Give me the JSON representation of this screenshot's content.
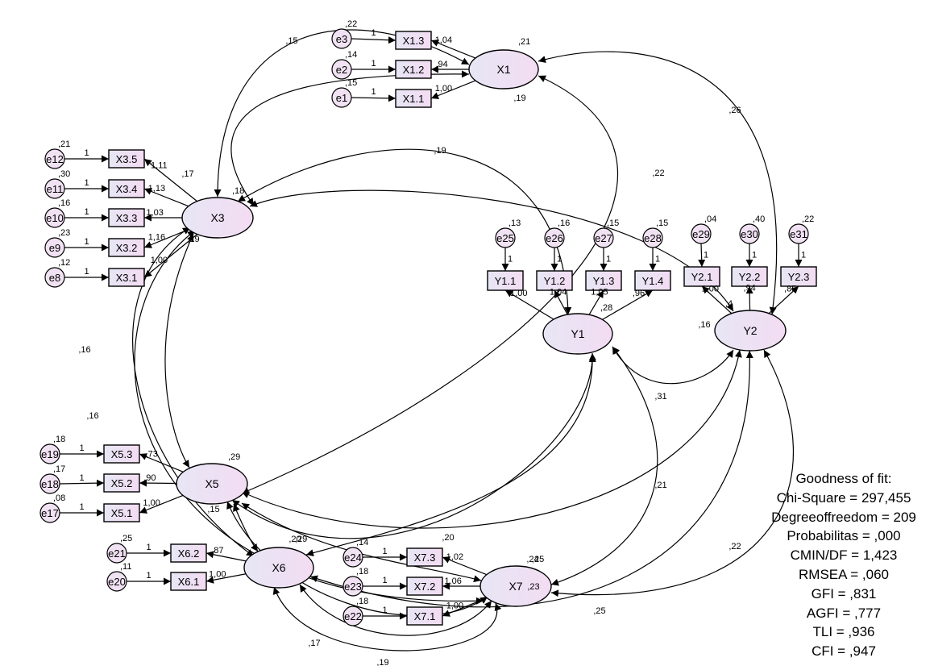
{
  "colors": {
    "node_fill_start": "#e7e6f4",
    "node_fill_end": "#f3dcf3",
    "error_fill": "#f1e2f3",
    "line": "#000000"
  },
  "latents": [
    {
      "id": "X1",
      "label": "X1",
      "variance": ",21"
    },
    {
      "id": "X3",
      "label": "X3",
      "variance": ",18"
    },
    {
      "id": "X5",
      "label": "X5",
      "variance": ",29"
    },
    {
      "id": "X6",
      "label": "X6",
      "variance": ",29"
    },
    {
      "id": "X7",
      "label": "X7",
      "variance": ",25"
    },
    {
      "id": "Y1",
      "label": "Y1",
      "variance": ",28"
    },
    {
      "id": "Y2",
      "label": "Y2",
      "variance": ",4"
    }
  ],
  "indicators": [
    {
      "id": "X1.3",
      "label": "X1.3",
      "error": "e3",
      "error_var": ",22",
      "error_path": "1",
      "loading": "1,04"
    },
    {
      "id": "X1.2",
      "label": "X1.2",
      "error": "e2",
      "error_var": ",14",
      "error_path": "1",
      "loading": ",94"
    },
    {
      "id": "X1.1",
      "label": "X1.1",
      "error": "e1",
      "error_var": ",15",
      "error_path": "1",
      "loading": "1,00"
    },
    {
      "id": "X3.5",
      "label": "X3.5",
      "error": "e12",
      "error_var": ",21",
      "error_path": "1",
      "loading": "1,11"
    },
    {
      "id": "X3.4",
      "label": "X3.4",
      "error": "e11",
      "error_var": ",30",
      "error_path": "1",
      "loading": "1,13"
    },
    {
      "id": "X3.3",
      "label": "X3.3",
      "error": "e10",
      "error_var": ",16",
      "error_path": "1",
      "loading": "1,03"
    },
    {
      "id": "X3.2",
      "label": "X3.2",
      "error": "e9",
      "error_var": ",23",
      "error_path": "1",
      "loading": "1,16"
    },
    {
      "id": "X3.1",
      "label": "X3.1",
      "error": "e8",
      "error_var": ",12",
      "error_path": "1",
      "loading": "1,00"
    },
    {
      "id": "X5.3",
      "label": "X5.3",
      "error": "e19",
      "error_var": ",18",
      "error_path": "1",
      "loading": ",73"
    },
    {
      "id": "X5.2",
      "label": "X5.2",
      "error": "e18",
      "error_var": ",17",
      "error_path": "1",
      "loading": ",90"
    },
    {
      "id": "X5.1",
      "label": "X5.1",
      "error": "e17",
      "error_var": ",08",
      "error_path": "1",
      "loading": "1,00"
    },
    {
      "id": "X6.2",
      "label": "X6.2",
      "error": "e21",
      "error_var": ",25",
      "error_path": "1",
      "loading": ",87"
    },
    {
      "id": "X6.1",
      "label": "X6.1",
      "error": "e20",
      "error_var": ",11",
      "error_path": "1",
      "loading": "1,00"
    },
    {
      "id": "X7.3",
      "label": "X7.3",
      "error": "e24",
      "error_var": ",14",
      "error_path": "1",
      "loading": "1,02"
    },
    {
      "id": "X7.2",
      "label": "X7.2",
      "error": "e23",
      "error_var": ",18",
      "error_path": "1",
      "loading": "1,06"
    },
    {
      "id": "X7.1",
      "label": "X7.1",
      "error": "e22",
      "error_var": ",18",
      "error_path": "1",
      "loading": "1,00"
    },
    {
      "id": "Y1.1",
      "label": "Y1.1",
      "error": "e25",
      "error_var": ",13",
      "error_path": "1",
      "loading": "1,00"
    },
    {
      "id": "Y1.2",
      "label": "Y1.2",
      "error": "e26",
      "error_var": ",16",
      "error_path": "1",
      "loading": "1,04"
    },
    {
      "id": "Y1.3",
      "label": "Y1.3",
      "error": "e27",
      "error_var": ",15",
      "error_path": "1",
      "loading": "1,05"
    },
    {
      "id": "Y1.4",
      "label": "Y1.4",
      "error": "e28",
      "error_var": ",15",
      "error_path": "1",
      "loading": ",96"
    },
    {
      "id": "Y2.1",
      "label": "Y2.1",
      "error": "e29",
      "error_var": ",04",
      "error_path": "1",
      "loading": "1,00"
    },
    {
      "id": "Y2.2",
      "label": "Y2.2",
      "error": "e30",
      "error_var": ",40",
      "error_path": "1",
      "loading": ",94"
    },
    {
      "id": "Y2.3",
      "label": "Y2.3",
      "error": "e31",
      "error_var": ",22",
      "error_path": "1",
      "loading": ",85"
    }
  ],
  "covariances": [
    {
      "from": "X1",
      "to": "X3",
      "label": ",15"
    },
    {
      "from": "X1",
      "to": "Y2",
      "label": ",26"
    },
    {
      "from": "X1",
      "to": "X7",
      "label": ",19"
    },
    {
      "from": "X1",
      "to": "X5",
      "label": ",22"
    },
    {
      "from": "X3",
      "to": "Y1",
      "label": ",19"
    },
    {
      "from": "X3",
      "to": "X5",
      "label": ",19"
    },
    {
      "from": "X3",
      "to": "X6",
      "label": ",16"
    },
    {
      "from": "X3",
      "to": "X7",
      "label": ",16"
    },
    {
      "from": "X3",
      "to": "Y2",
      "label": ",17"
    },
    {
      "from": "Y1",
      "to": "Y2",
      "label": ",31"
    },
    {
      "from": "Y1",
      "to": "X7",
      "label": ",16"
    },
    {
      "from": "Y1",
      "to": "X5",
      "label": ",21"
    },
    {
      "from": "Y2",
      "to": "X5",
      "label": ",20"
    },
    {
      "from": "Y2",
      "to": "X7",
      "label": ",22"
    },
    {
      "from": "Y2",
      "to": "X6",
      "label": ",25"
    },
    {
      "from": "X5",
      "to": "X6",
      "label": ",15"
    },
    {
      "from": "X5",
      "to": "X7",
      "label": ",20"
    },
    {
      "from": "X6",
      "to": "X7",
      "label": ",17"
    },
    {
      "from": "X6",
      "to": "X7b",
      "label": ",19"
    },
    {
      "from": "X5",
      "to": "X7b",
      "label": ",23"
    },
    {
      "from": "X6",
      "to": "Y1",
      "label": ",24"
    }
  ],
  "fit": {
    "title": "Goodness of fit:",
    "lines": [
      "Chi-Square = 297,455",
      "Degreeoffreedom = 209",
      "Probabilitas = ,000",
      "CMIN/DF = 1,423",
      "RMSEA = ,060",
      "GFI = ,831",
      "AGFI = ,777",
      "TLI = ,936",
      "CFI = ,947"
    ]
  }
}
